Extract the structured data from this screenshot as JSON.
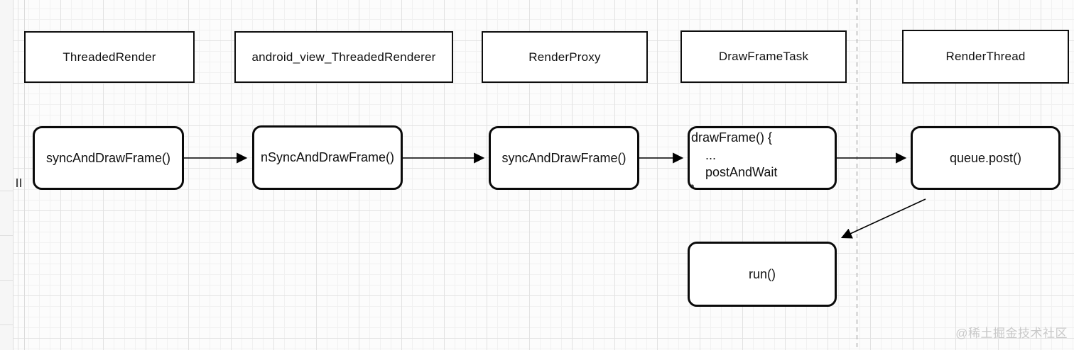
{
  "headers": [
    {
      "label": "ThreadedRender"
    },
    {
      "label": "android_view_ThreadedRenderer"
    },
    {
      "label": "RenderProxy"
    },
    {
      "label": "DrawFrameTask"
    },
    {
      "label": "RenderThread"
    }
  ],
  "nodes": {
    "sync_and_draw_frame_1": {
      "label": "syncAndDrawFrame()"
    },
    "n_sync_and_draw_frame": {
      "label": "nSyncAndDrawFrame()"
    },
    "sync_and_draw_frame_2": {
      "label": "syncAndDrawFrame()"
    },
    "draw_frame": {
      "lines": [
        "drawFrame() {",
        "...",
        "postAndWait",
        "}"
      ]
    },
    "queue_post": {
      "label": "queue.post()"
    },
    "run": {
      "label": "run()"
    }
  },
  "watermark": {
    "text": "@稀土掘金技术社区"
  },
  "colors": {
    "shape_border": "#0a0a0a",
    "edge_stroke": "#000000",
    "grid_major": "#e2e2e2",
    "grid_minor": "#f1f1f1",
    "dashed_guide": "#bdbdbd",
    "watermark": "#c9c9c9"
  }
}
